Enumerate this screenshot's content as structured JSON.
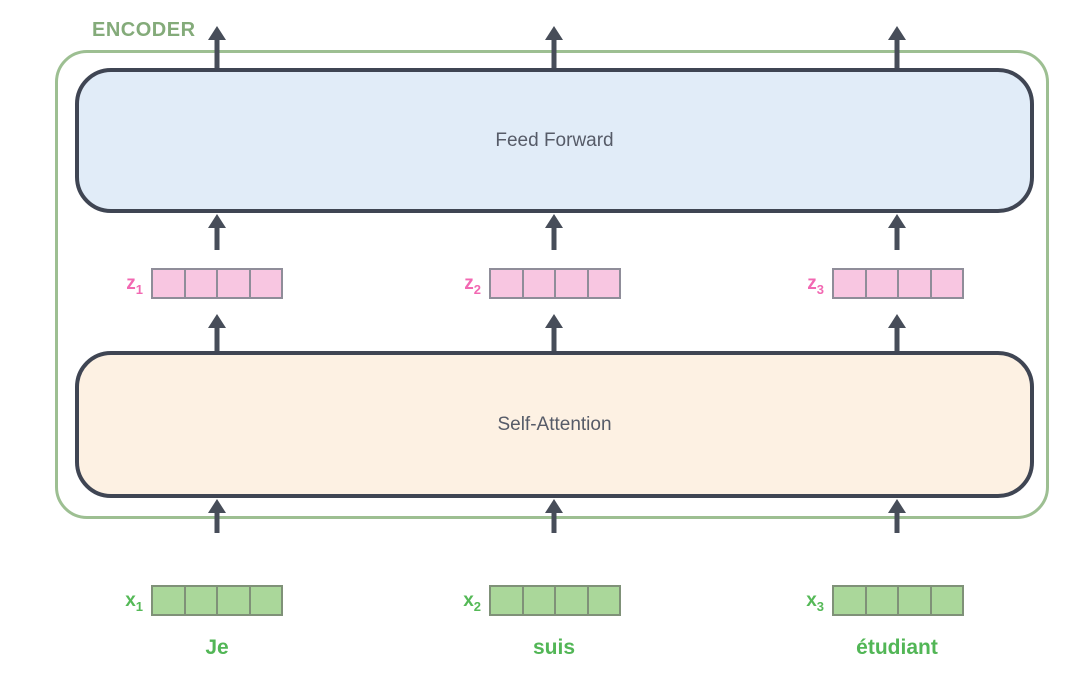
{
  "diagram": {
    "encoder_label": "ENCODER",
    "blocks": {
      "feed_forward": "Feed Forward",
      "self_attention": "Self-Attention"
    },
    "z_vectors": [
      {
        "base": "z",
        "sub": "1",
        "cells": 4
      },
      {
        "base": "z",
        "sub": "2",
        "cells": 4
      },
      {
        "base": "z",
        "sub": "3",
        "cells": 4
      }
    ],
    "x_vectors": [
      {
        "base": "x",
        "sub": "1",
        "cells": 4
      },
      {
        "base": "x",
        "sub": "2",
        "cells": 4
      },
      {
        "base": "x",
        "sub": "3",
        "cells": 4
      }
    ],
    "words": [
      "Je",
      "suis",
      "étudiant"
    ],
    "colors": {
      "encoder_label_green": "#84ab7a",
      "encoder_border_green": "#9dbf92",
      "feed_forward_fill": "#e1ecf8",
      "self_attention_fill": "#fdf1e3",
      "block_border": "#3f4553",
      "block_text": "#565b68",
      "arrow": "#474d59",
      "z_vector_fill": "#f8c6e1",
      "z_vector_border": "#8f8d99",
      "z_label_pink": "#f268b2",
      "x_vector_fill": "#aad79a",
      "x_vector_border": "#7f9178",
      "x_label_green": "#55b957",
      "word_green": "#52b656"
    }
  }
}
